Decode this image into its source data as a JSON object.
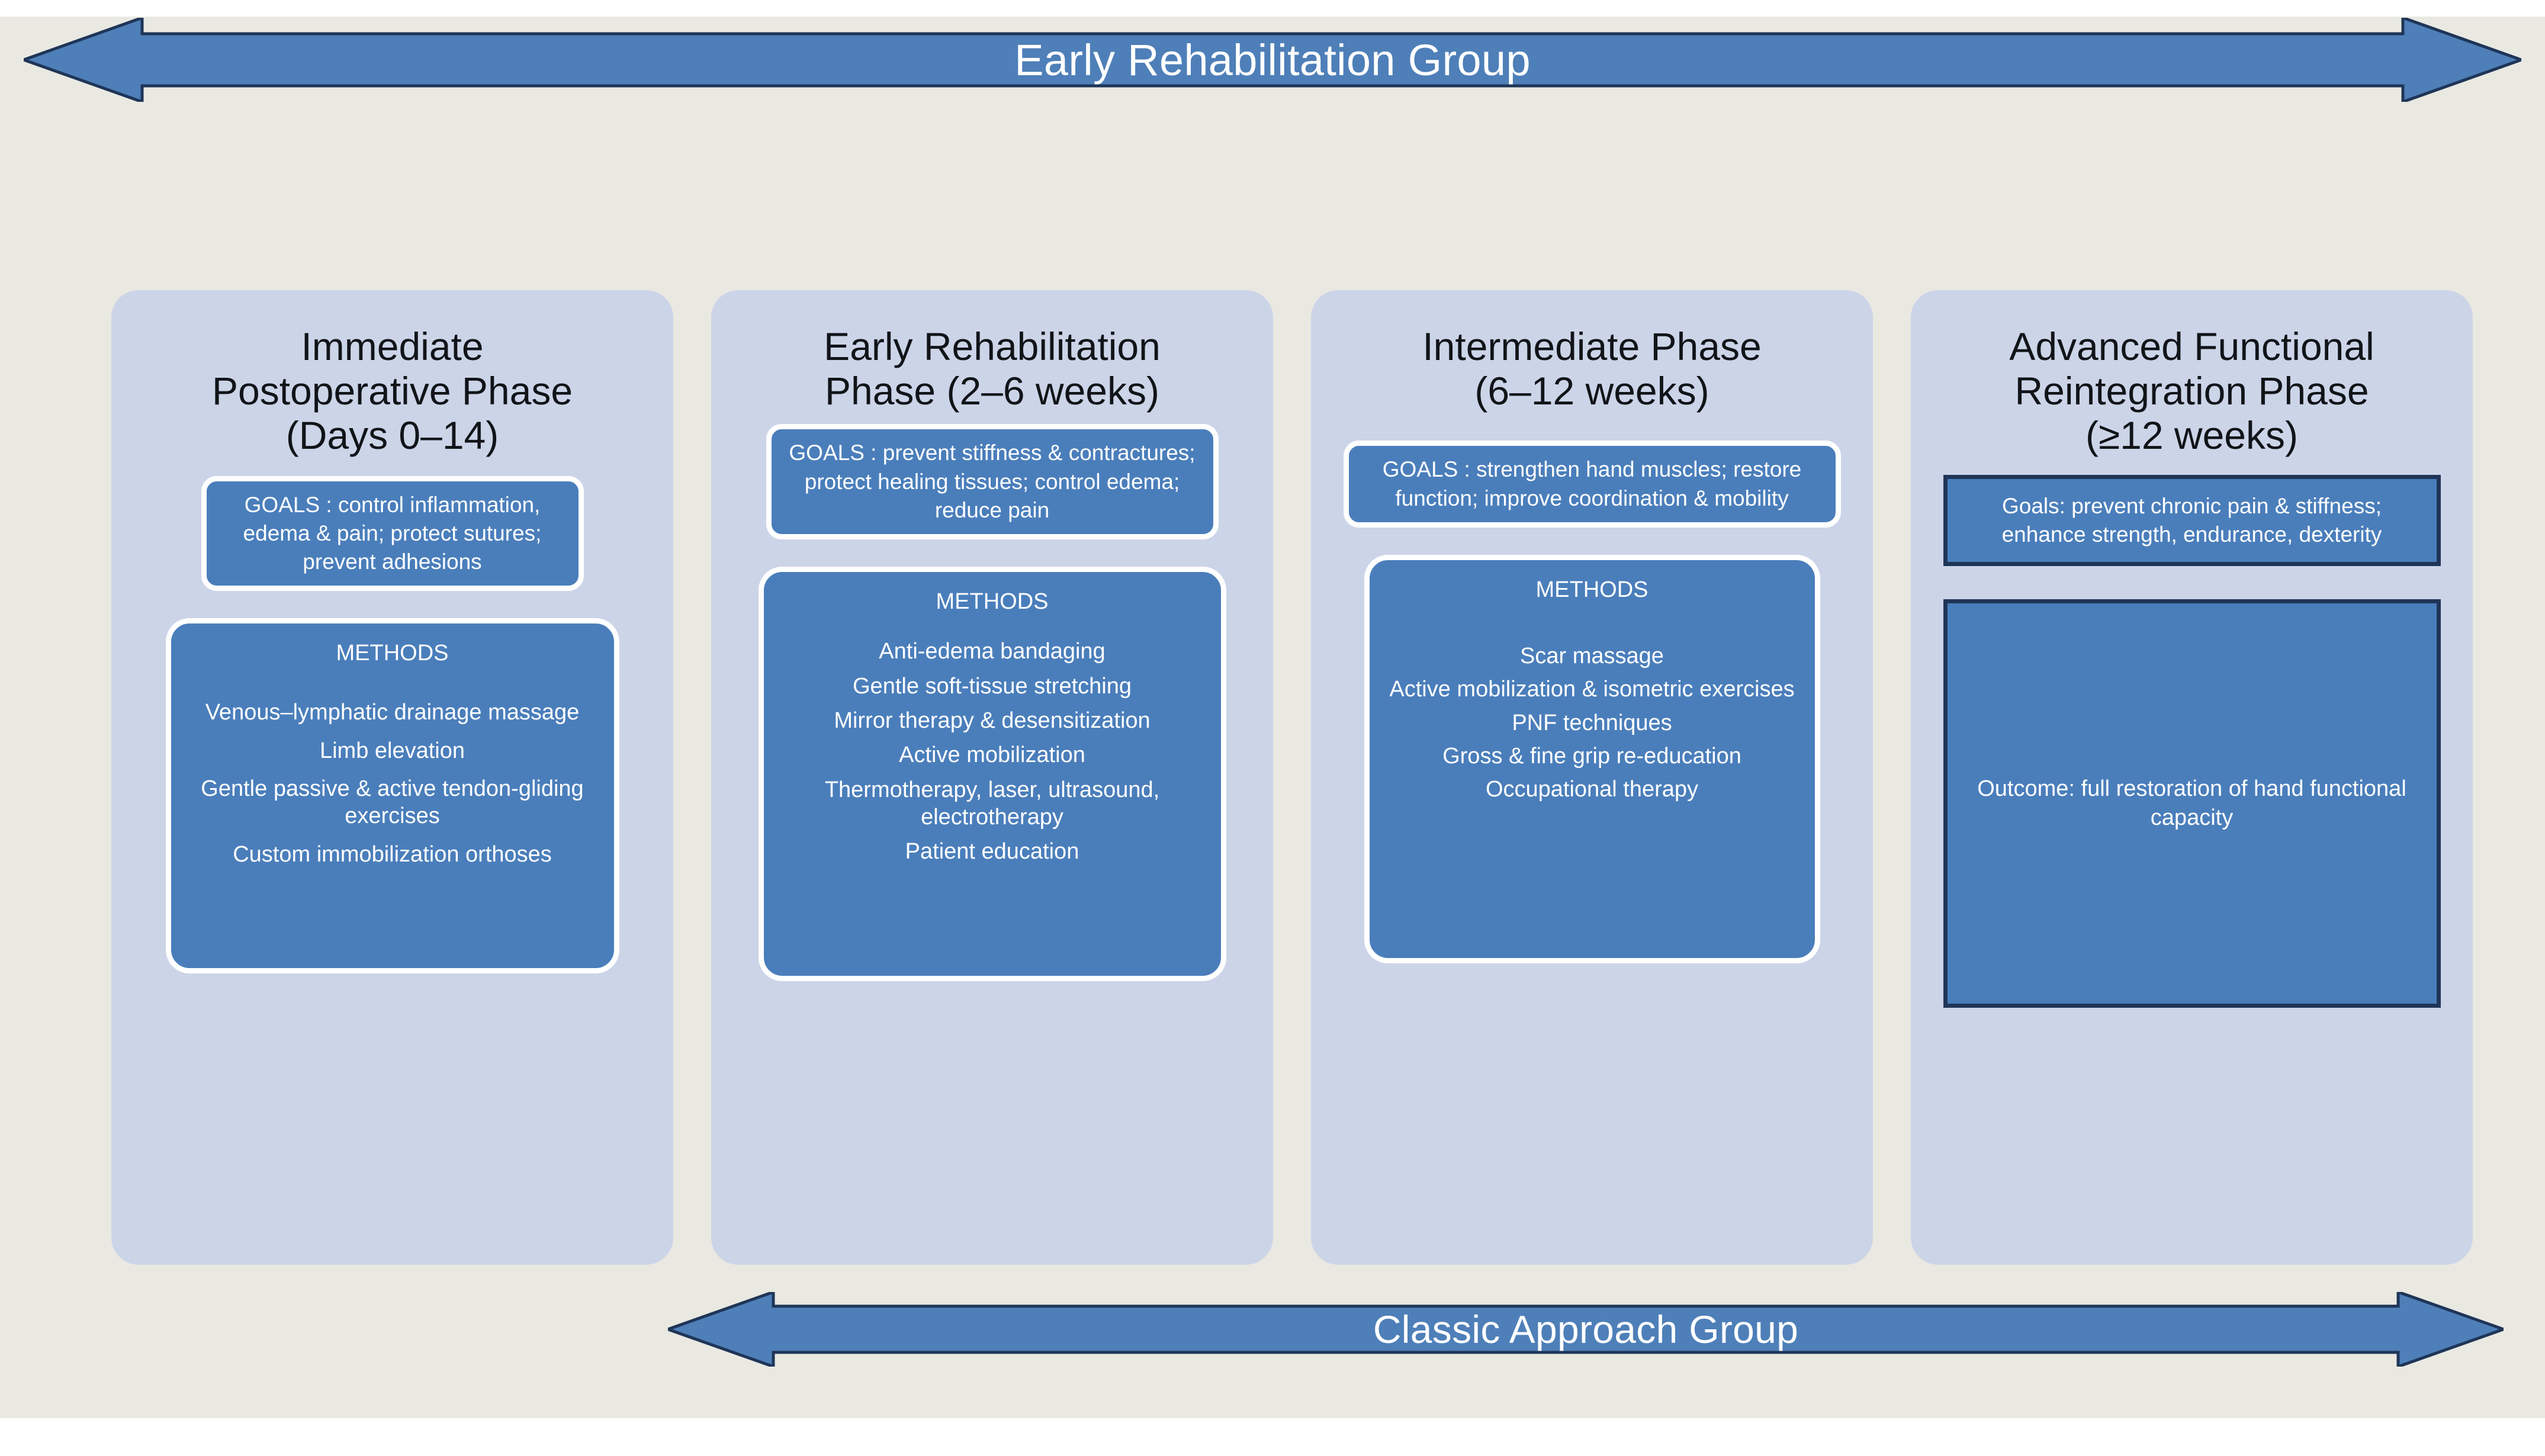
{
  "colors": {
    "canvas_bg": "#e9e9e2",
    "panel_bg": "#ccd4e8",
    "accent_blue": "#4a7ebb",
    "arrow_blue": "#4e7fb8",
    "arrow_outline": "#1f3558",
    "box_border_white": "#ffffff",
    "box_border_navy": "#1f3558",
    "title_text": "#111418",
    "box_text": "#ffffff"
  },
  "top_arrow": {
    "label": "Early Rehabilitation Group",
    "direction": "double-headed"
  },
  "bottom_arrow": {
    "label": "Classic Approach Group",
    "direction": "double-headed"
  },
  "phases": [
    {
      "title": "Immediate\nPostoperative Phase\n(Days 0–14)",
      "goals": "GOALS : control inflammation, edema & pain; protect sutures; prevent adhesions",
      "methods_title": "METHODS",
      "methods": [
        "Venous–lymphatic drainage massage",
        "Limb elevation",
        "Gentle passive & active tendon-gliding exercises",
        "Custom immobilization orthoses"
      ]
    },
    {
      "title": "Early Rehabilitation\nPhase (2–6 weeks)",
      "goals": "GOALS : prevent stiffness & contractures; protect healing tissues; control edema; reduce pain",
      "methods_title": "METHODS",
      "methods": [
        "Anti-edema bandaging",
        "Gentle soft-tissue stretching",
        "Mirror therapy & desensitization",
        "Active mobilization",
        "Thermotherapy, laser, ultrasound, electrotherapy",
        "Patient education"
      ]
    },
    {
      "title": "Intermediate Phase\n(6–12 weeks)",
      "goals": "GOALS : strengthen hand muscles; restore function; improve coordination & mobility",
      "methods_title": "METHODS",
      "methods": [
        "Scar massage",
        "Active mobilization & isometric exercises",
        "PNF techniques",
        "Gross & fine grip re-education",
        "Occupational therapy"
      ]
    },
    {
      "title": "Advanced Functional\nReintegration Phase\n(≥12 weeks)",
      "goals": "Goals: prevent chronic pain & stiffness; enhance strength, endurance, dexterity",
      "outcome": "Outcome: full restoration of hand functional capacity"
    }
  ]
}
